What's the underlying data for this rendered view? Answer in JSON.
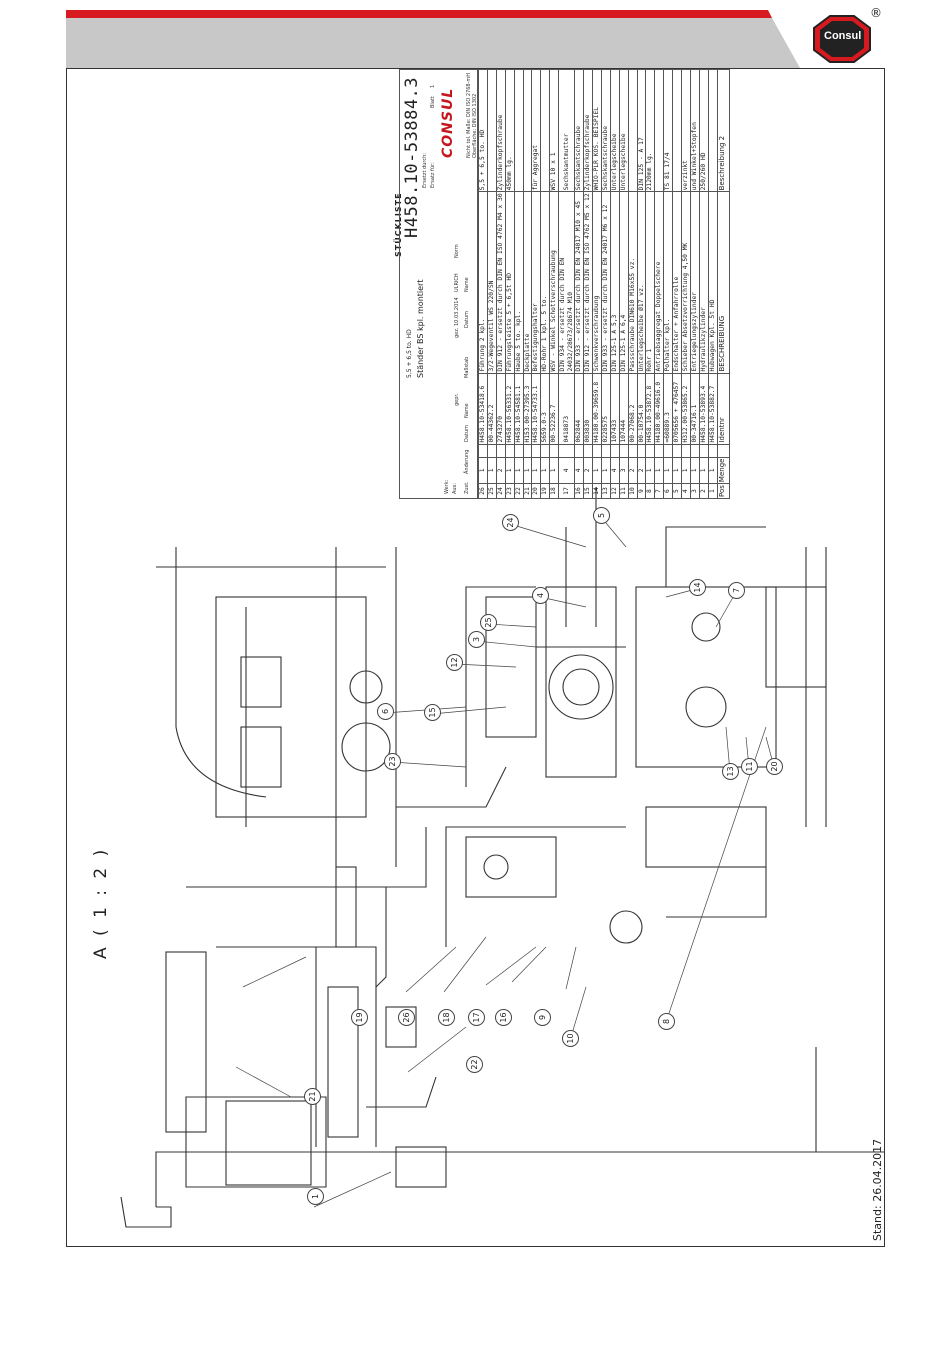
{
  "header": {
    "brand": "Consul",
    "registered": "®"
  },
  "drawing": {
    "view_label": "A ( 1 : 2 )",
    "stand_date": "Stand: 26.04.2017",
    "callouts": [
      "1",
      "21",
      "22",
      "19",
      "26",
      "18",
      "17",
      "16",
      "9",
      "10",
      "8",
      "23",
      "6",
      "15",
      "12",
      "3",
      "25",
      "4",
      "24",
      "5",
      "14",
      "7",
      "13",
      "11",
      "20"
    ]
  },
  "parts_list": {
    "title": "STÜCKLISTE",
    "columns": [
      "Pos",
      "Menge",
      "",
      "Identnr",
      "BESCHREIBUNG",
      "Beschreibung 2"
    ],
    "rows": [
      [
        "26",
        "1",
        "",
        "H458.10-53418.6",
        "Führung 2 kpl.",
        "5,5 + 6,5 to. HD"
      ],
      [
        "25",
        "1",
        "",
        "00-44362.2",
        "3/2-Wegeventil WS 220/SN",
        ""
      ],
      [
        "24",
        "2",
        "",
        "2743270",
        "DIN 912 - ersetzt durch DIN EN ISO 4762 M4 x 30",
        "Zylinderkopfschraube"
      ],
      [
        "23",
        "1",
        "",
        "H458.10-56331.2",
        "Führungsleiste 5 + 6,5t HD",
        "450mm lg."
      ],
      [
        "22",
        "1",
        "",
        "H458.10-54581.1",
        "Haube 5 to. kpl.",
        ""
      ],
      [
        "21",
        "1",
        "",
        "H153.00-27395.3",
        "Deckplatte",
        ""
      ],
      [
        "20",
        "1",
        "",
        "H458.10-54733.1",
        "Befestigungshalter",
        "für Aggregat"
      ],
      [
        "19",
        "1",
        "",
        "5659.0-3",
        "HD-Rohr 1 kpl. 5 to.",
        ""
      ],
      [
        "18",
        "1",
        "",
        "00-52236.7",
        "WSV - Winkel Schottverschraubung",
        "WSV 10 x 1"
      ],
      [
        "17",
        "4",
        "",
        "0418873",
        "DIN 934 - ersetzt durch DIN EN 24032/28673/28674 M10",
        "Sechskantmutter"
      ],
      [
        "16",
        "4",
        "",
        "062844",
        "DIN 933 - ersetzt durch DIN EN 24017 M10 x 45",
        "Sechskantschraube"
      ],
      [
        "15",
        "2",
        "",
        "003830",
        "DIN 912 - ersetzt durch DIN EN ISO 4762 M5 x 12",
        "Zylinderkopfschraube"
      ],
      [
        "14",
        "1",
        "",
        "H4180.00-39659.8",
        "Schwenkverschraubung",
        "WHIO-PLR KOS. BEISPIEL"
      ],
      [
        "13",
        "1",
        "",
        "0228575",
        "DIN 933 - ersetzt durch DIN EN 24017 M6 x 12",
        "Sechskantschraube"
      ],
      [
        "12",
        "4",
        "",
        "107433",
        "DIN 125-1 A 5,3",
        "Unterlegscheibe"
      ],
      [
        "11",
        "3",
        "",
        "107444",
        "DIN 125-1 A 6,4",
        "Unterlegscheibe"
      ],
      [
        "10",
        "2",
        "",
        "00-27068.2",
        "Passschraube DIN610 M16x55 vz.",
        ""
      ],
      [
        "9",
        "2",
        "",
        "00-10754.0",
        "Unterlegscheibe Ø17 vz.",
        "DIN 125 - A 17"
      ],
      [
        "8",
        "1",
        "",
        "H458.10-53872.8",
        "Rohr 1",
        "2120mm lg."
      ],
      [
        "7",
        "1",
        "",
        "H4180.00-49616.0",
        "Antriebsaggregat Doppelschere",
        ""
      ],
      [
        "6",
        "1",
        "",
        "=60889.3",
        "Polhalter kpl.",
        "TS 81 17/4"
      ],
      [
        "5",
        "1",
        "",
        "0705656 + 476457",
        "Endschalter + Anfahrrolle",
        ""
      ],
      [
        "4",
        "1",
        "",
        "H312.00-53865.2",
        "Schieber Absetzvorrichtung 4,50 MK",
        "verzinkt"
      ],
      [
        "3",
        "1",
        "",
        "00-34716.1",
        "Entriegelungszylinder",
        "und Winkel+Stopfen"
      ],
      [
        "2",
        "1",
        "",
        "H458.10-53893.4",
        "Hydraulikzylinder",
        "250/260 HD"
      ],
      [
        "1",
        "1",
        "",
        "H458.10-53882.7",
        "Hubwagen Kpl. 5t HD",
        ""
      ]
    ]
  },
  "title_block": {
    "company": "CONSUL",
    "drawing_number": "H458.10-53884.3",
    "title": "Ständer BS kpl. montiert",
    "subtitle": "5,5 + 6,5 to. HD",
    "date": "10.03.2014",
    "name": "ULRICH",
    "labels": {
      "massstab": "Maßstab",
      "datum": "Datum",
      "name": "Name",
      "gez": "gez.",
      "gepr": "gepr.",
      "blatt": "Blatt",
      "blatt_no": "1",
      "ersatz_fuer": "Ersatz für:",
      "ersetzt_durch": "Ersetzt durch:",
      "oberflaeche": "Oberfläche: DIN ISO 1302",
      "toleranz": "Nicht tol. Maße: DIN ISO 2768-mH",
      "aus": "Aus:",
      "werk": "Werk:",
      "zust": "Zust.",
      "aenderung": "Änderung",
      "datum2": "Datum",
      "name2": "Name",
      "norm": "Norm"
    }
  },
  "colors": {
    "brand_red": "#d71920",
    "header_grey": "#c8c8c8"
  }
}
